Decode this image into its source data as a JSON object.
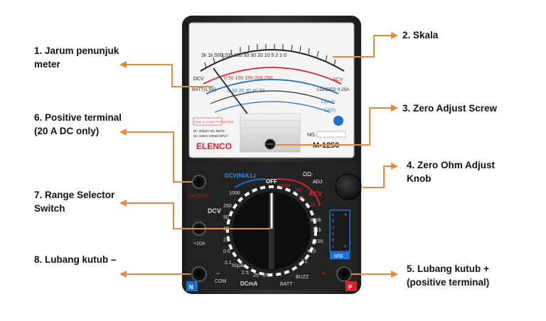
{
  "labels": {
    "l1_line1": "1. Jarum penunjuk",
    "l1_line2": "meter",
    "l2": "2. Skala",
    "l3": "3. Zero Adjust Screw",
    "l4_line1": "4. Zero Ohm Adjust",
    "l4_line2": "Knob",
    "l5_line1": "5. Lubang kutub +",
    "l5_line2": "(positive terminal)",
    "l6_line1": "6. Positive terminal",
    "l6_line2": "(20 A DC only)",
    "l7_line1": "7. Range Selector",
    "l7_line2": "Switch",
    "l8": "8. Lubang kutub –"
  },
  "meter": {
    "brand": "ELENCO",
    "model": "M-1250",
    "scale_dcv": "DCV",
    "scale_batt": "BATT(1.5V)",
    "scale_acv": "ACV",
    "scale_loaded": "LOADED 0.25A",
    "scale_lv": "LV(V)",
    "scale_li": "LI(mA)",
    "serial_prefix": "NO.",
    "fuse_text": "FUSE & DIODE PROTECTION",
    "spec1": "DC 20kΩ/V   DC 9kΩ/V",
    "spec2": "DC 1000V 20MΩ INPUT",
    "dial_dcv_null": "DCV(NULL)",
    "dial_off": "OFF",
    "dial_ohm": "ΩΩ·",
    "dial_adj": "ADJ",
    "dial_acv": "ACV",
    "dial_dcv": "DCV",
    "dial_dcma": "DCmA",
    "dial_batt": "BATT",
    "dial_buzz": "BUZZ",
    "dial_output": "OUTPUT",
    "dial_10a": "+10A",
    "dial_com": "COM",
    "dial_hfe": "hFE",
    "dial_x10k": "X10k",
    "dial_x1k": "X1k",
    "dial_x100": "X100",
    "dial_x10": "X10",
    "dial_x1": "X1",
    "dial_n": "N",
    "dial_p": "P",
    "dial_minus": "−",
    "dial_plus": "+",
    "dcv_values": [
      "1000",
      "250",
      "50",
      "10",
      "2.5",
      "0.5",
      "0.1"
    ],
    "acv_values": [
      "1000",
      "250",
      "50",
      "10"
    ],
    "dcma_values": [
      "50μA",
      "2.5",
      "25",
      "250"
    ],
    "ohm_values": [
      "X10k",
      "X1k",
      "X100",
      "X10",
      "X1"
    ],
    "top_scale_numbers": [
      "2k",
      "1k",
      "500",
      "200",
      "100",
      "50",
      "30",
      "20",
      "10",
      "5",
      "2",
      "1",
      "0"
    ],
    "mid_scale_numbers": [
      "0",
      "50",
      "100",
      "150",
      "200",
      "250"
    ],
    "low_scale_numbers": [
      "0",
      "10",
      "20",
      "30",
      "40",
      "50"
    ]
  },
  "colors": {
    "arrow": "#e58a3c",
    "case": "#2b2b2b",
    "scale_red": "#d8232a",
    "scale_blue": "#1d6fc8",
    "hfe_blue": "#1a73d9"
  }
}
